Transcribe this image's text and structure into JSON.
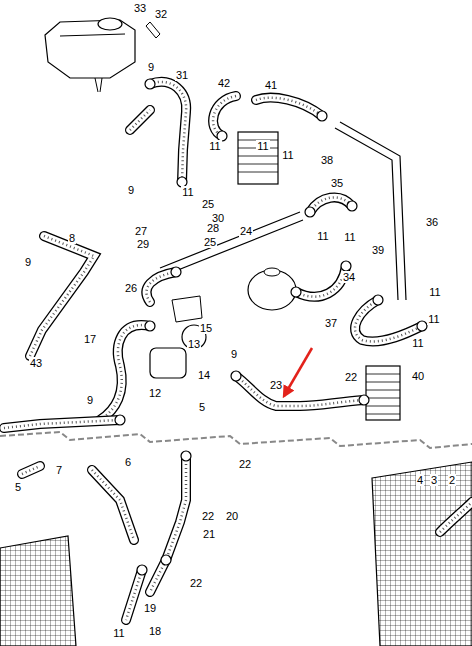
{
  "diagram": {
    "labels": [
      "33",
      "32",
      "9",
      "31",
      "42",
      "41",
      "11",
      "11",
      "11",
      "38",
      "9",
      "11",
      "35",
      "25",
      "30",
      "27",
      "28",
      "24",
      "29",
      "25",
      "11",
      "11",
      "36",
      "8",
      "9",
      "39",
      "26",
      "34",
      "11",
      "15",
      "13",
      "17",
      "37",
      "11",
      "43",
      "9",
      "14",
      "12",
      "23",
      "22",
      "40",
      "11",
      "9",
      "5",
      "7",
      "6",
      "5",
      "22",
      "22",
      "20",
      "21",
      "22",
      "19",
      "18",
      "11",
      "4",
      "3",
      "2"
    ]
  }
}
